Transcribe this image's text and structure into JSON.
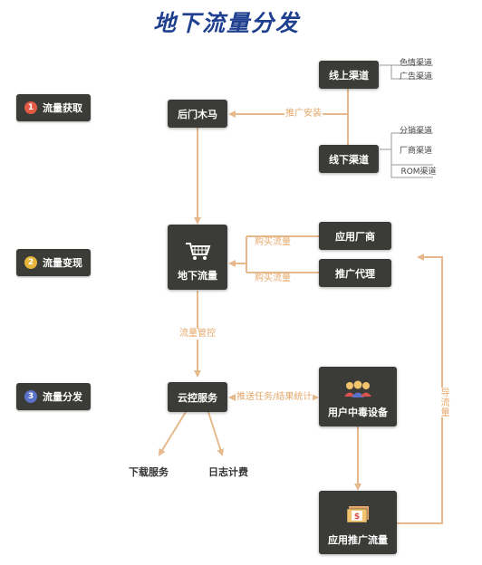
{
  "title": "地下流量分发",
  "stages": [
    {
      "num": "1",
      "label": "流量获取",
      "color": "#e35a45"
    },
    {
      "num": "2",
      "label": "流量变现",
      "color": "#e5b53b"
    },
    {
      "num": "3",
      "label": "流量分发",
      "color": "#5a72c9"
    }
  ],
  "nodes": {
    "online": "线上渠道",
    "offline": "线下渠道",
    "backdoor": "后门木马",
    "underground": "地下流量",
    "app_vendor": "应用厂商",
    "promo_agent": "推广代理",
    "cloud": "云控服务",
    "infected": "用户中毒设备",
    "app_promo": "应用推广流量"
  },
  "online_subs": [
    "色情渠道",
    "广告渠道"
  ],
  "offline_subs": [
    "分销渠道",
    "厂商渠道",
    "ROM渠道"
  ],
  "edge_labels": {
    "install": "推广安装",
    "buy1": "购买流量",
    "buy2": "购买流量",
    "control": "流量管控",
    "push": "推送任务/结果统计",
    "guide": "导流量"
  },
  "outputs": {
    "download": "下载服务",
    "log": "日志计费"
  },
  "colors": {
    "node_bg": "#3b3b38",
    "arrow": "#e5b98c",
    "edge_text": "#e5a76a",
    "title": "#1f3f8f"
  }
}
